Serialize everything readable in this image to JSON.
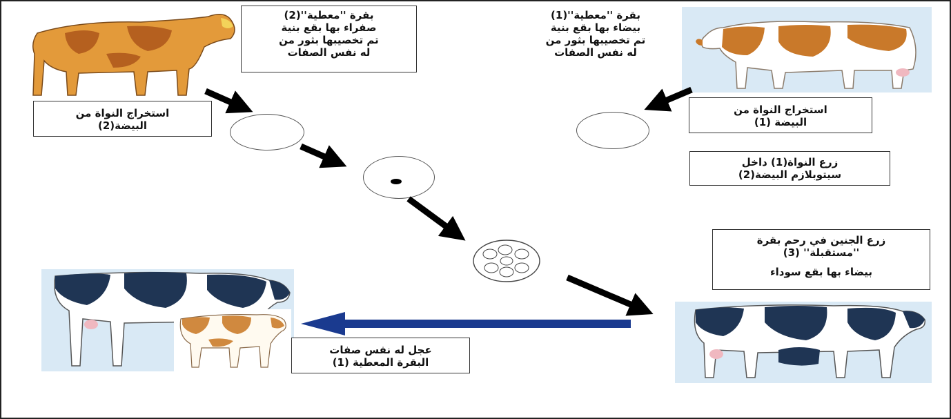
{
  "donor1": {
    "title": "بقرة ''معطية''(1)",
    "line2": "بيضاء بها بقع بنية",
    "line3": "تم تخصيبها بثور من",
    "line4": "له نفس الصفات"
  },
  "donor2": {
    "title": "بقرة ''معطية''(2)",
    "line2": "صفراء بها بقع بنية",
    "line3": "تم تخصيبها بثور من",
    "line4": "له نفس الصفات"
  },
  "extract1": {
    "line1": "استخراج النواة من",
    "line2": "البيضة (1)"
  },
  "extract2": {
    "line1": "استخراج النواة من",
    "line2": "البيضة(2)"
  },
  "implant": {
    "line1": "زرع النواة(1) داخل",
    "line2": "سيتوبلازم البيضة(2)"
  },
  "surrogate": {
    "line1": "زرع الجنين في رحم بقرة",
    "line2": "''مستقبلة'' (3)",
    "line3": "بيضاء بها بقع سوداء"
  },
  "calf": {
    "line1": "عجل له نفس صفات",
    "line2": "البقرة المعطية (1)"
  },
  "colors": {
    "arrow": "#000000",
    "blue_arrow": "#1a3a8f",
    "holstein_black": "#1f3554",
    "brown_patch": "#c9792a",
    "orange_cow": "#e39a3a",
    "sky": "#d9e9f5"
  }
}
